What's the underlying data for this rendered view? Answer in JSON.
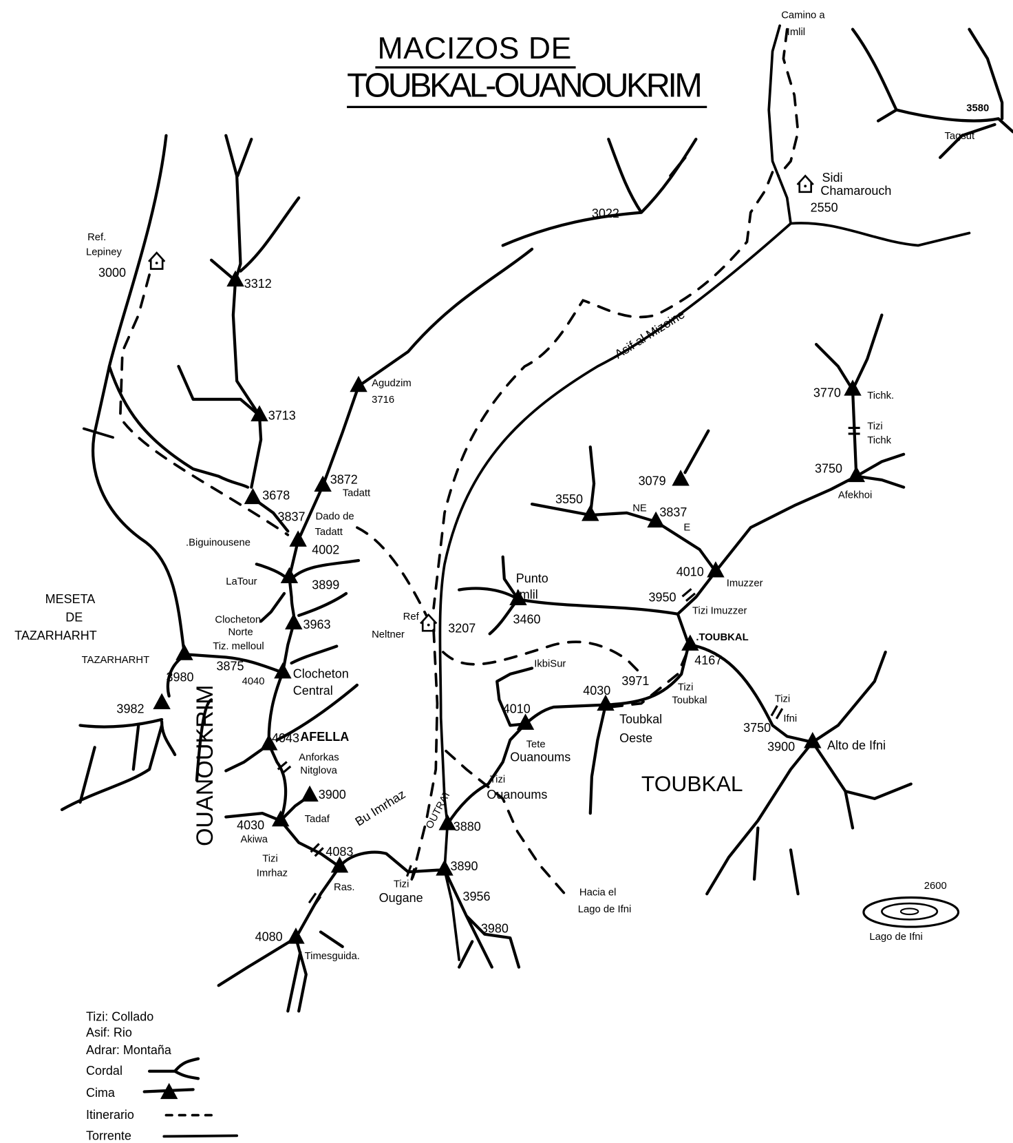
{
  "title": {
    "line1": "MACIZOS DE",
    "line2": "TOUBKAL-OUANOUKRIM"
  },
  "regions": {
    "meseta_1": "MESETA",
    "meseta_2": "DE",
    "meseta_3": "TAZARHARHT",
    "ouanoukrim": "OUANOUKRIM",
    "toubkal": "TOUBKAL"
  },
  "rivers": {
    "mizoine": "Asif al Mizoine",
    "imrhaz": "Bu Imrhaz",
    "outrat": "OUTRAT"
  },
  "places": {
    "camino_1": "Camino a",
    "camino_2": "Imlil",
    "sidi_1": "Sidi",
    "sidi_2": "Chamarouch",
    "sidi_alt": "2550",
    "lepiney_1": "Ref.",
    "lepiney_2": "Lepiney",
    "lepiney_alt": "3000",
    "neltner_1": "Ref",
    "neltner_2": "Neltner",
    "neltner_alt": "3207",
    "tagsut": "Tagsut",
    "hacia_1": "Hacia el",
    "hacia_2": "Lago de Ifni",
    "lago_alt": "2600",
    "lago": "Lago de Ifni"
  },
  "peaks": {
    "p3580": "3580",
    "p3022": "3022",
    "p3312": "3312",
    "agudzim": "Agudzim",
    "p3716": "3716",
    "p3713": "3713",
    "p3770": "3770",
    "tichk": "Tichk.",
    "p3750a": "3750",
    "afekhoi": "Afekhoi",
    "p3079": "3079",
    "p3550": "3550",
    "ne": "NE",
    "p3837e": "3837",
    "e": "E",
    "p3872": "3872",
    "tadatt": "Tadatt",
    "p3678": "3678",
    "p3837": "3837",
    "dado_1": "Dado de",
    "dado_2": "Tadatt",
    "biguinousene": ".Biguinousene",
    "p4002": "4002",
    "punto_1": "Punto",
    "punto_2": "Imlil",
    "p3460": "3460",
    "p4010i": "4010",
    "imuzzer": "Imuzzer",
    "latour": "LaTour",
    "p3899": "3899",
    "cloch_n1": "Clocheton",
    "cloch_n2": "Norte",
    "p3963": "3963",
    "toubkal": ".TOUBKAL",
    "p4167": "4167",
    "tazarharht": "TAZARHARHT",
    "p3980": "3980",
    "p3875": "3875",
    "ikbi": "IkbiSur",
    "p3971": "3971",
    "p4030o": "4030",
    "p4040": "4040",
    "cloch_c1": "Clocheton",
    "cloch_c2": "Central",
    "p3982": "3982",
    "p4010t": "4010",
    "toub_o1": "Toubkal",
    "toub_o2": "Oeste",
    "p3900i": "3900",
    "alto_ifni": "Alto de Ifni",
    "p4043": "4043",
    "afella": "AFELLA",
    "tete_1": "Tete",
    "tete_2": "Ouanoums",
    "anfor_1": "Anforkas",
    "anfor_2": "Nitglova",
    "p3900": "3900",
    "tadaf": "Tadaf",
    "p4030a": "4030",
    "akiwa": "Akiwa",
    "p3880": "3880",
    "p4083": "4083",
    "ras": "Ras.",
    "p3890": "3890",
    "p3956": "3956",
    "p3980s": "3980",
    "p4080": "4080",
    "timesguida": "Timesguida."
  },
  "passes": {
    "tichk_1": "Tizi",
    "tichk_2": "Tichk",
    "p3950": "3950",
    "imuzzer": "Tizi Imuzzer",
    "melloul": "Tiz. melloul",
    "toubkal_1": "Tizi",
    "toubkal_2": "Toubkal",
    "ifni_1": "Tizi",
    "ifni_2": "Ifni",
    "ifni_alt": "3750",
    "ouanoums_1": "Tizi",
    "ouanoums_2": "Ouanoums",
    "imrhaz_1": "Tizi",
    "imrhaz_2": "Imrhaz",
    "ougane_1": "Tizi",
    "ougane_2": "Ougane"
  },
  "legend": {
    "tizi": "Tizi: Collado",
    "asif": "Asif: Rio",
    "adrar": "Adrar: Montaña",
    "cordal": "Cordal",
    "cima": "Cima",
    "itinerario": "Itinerario",
    "torrente": "Torrente"
  }
}
